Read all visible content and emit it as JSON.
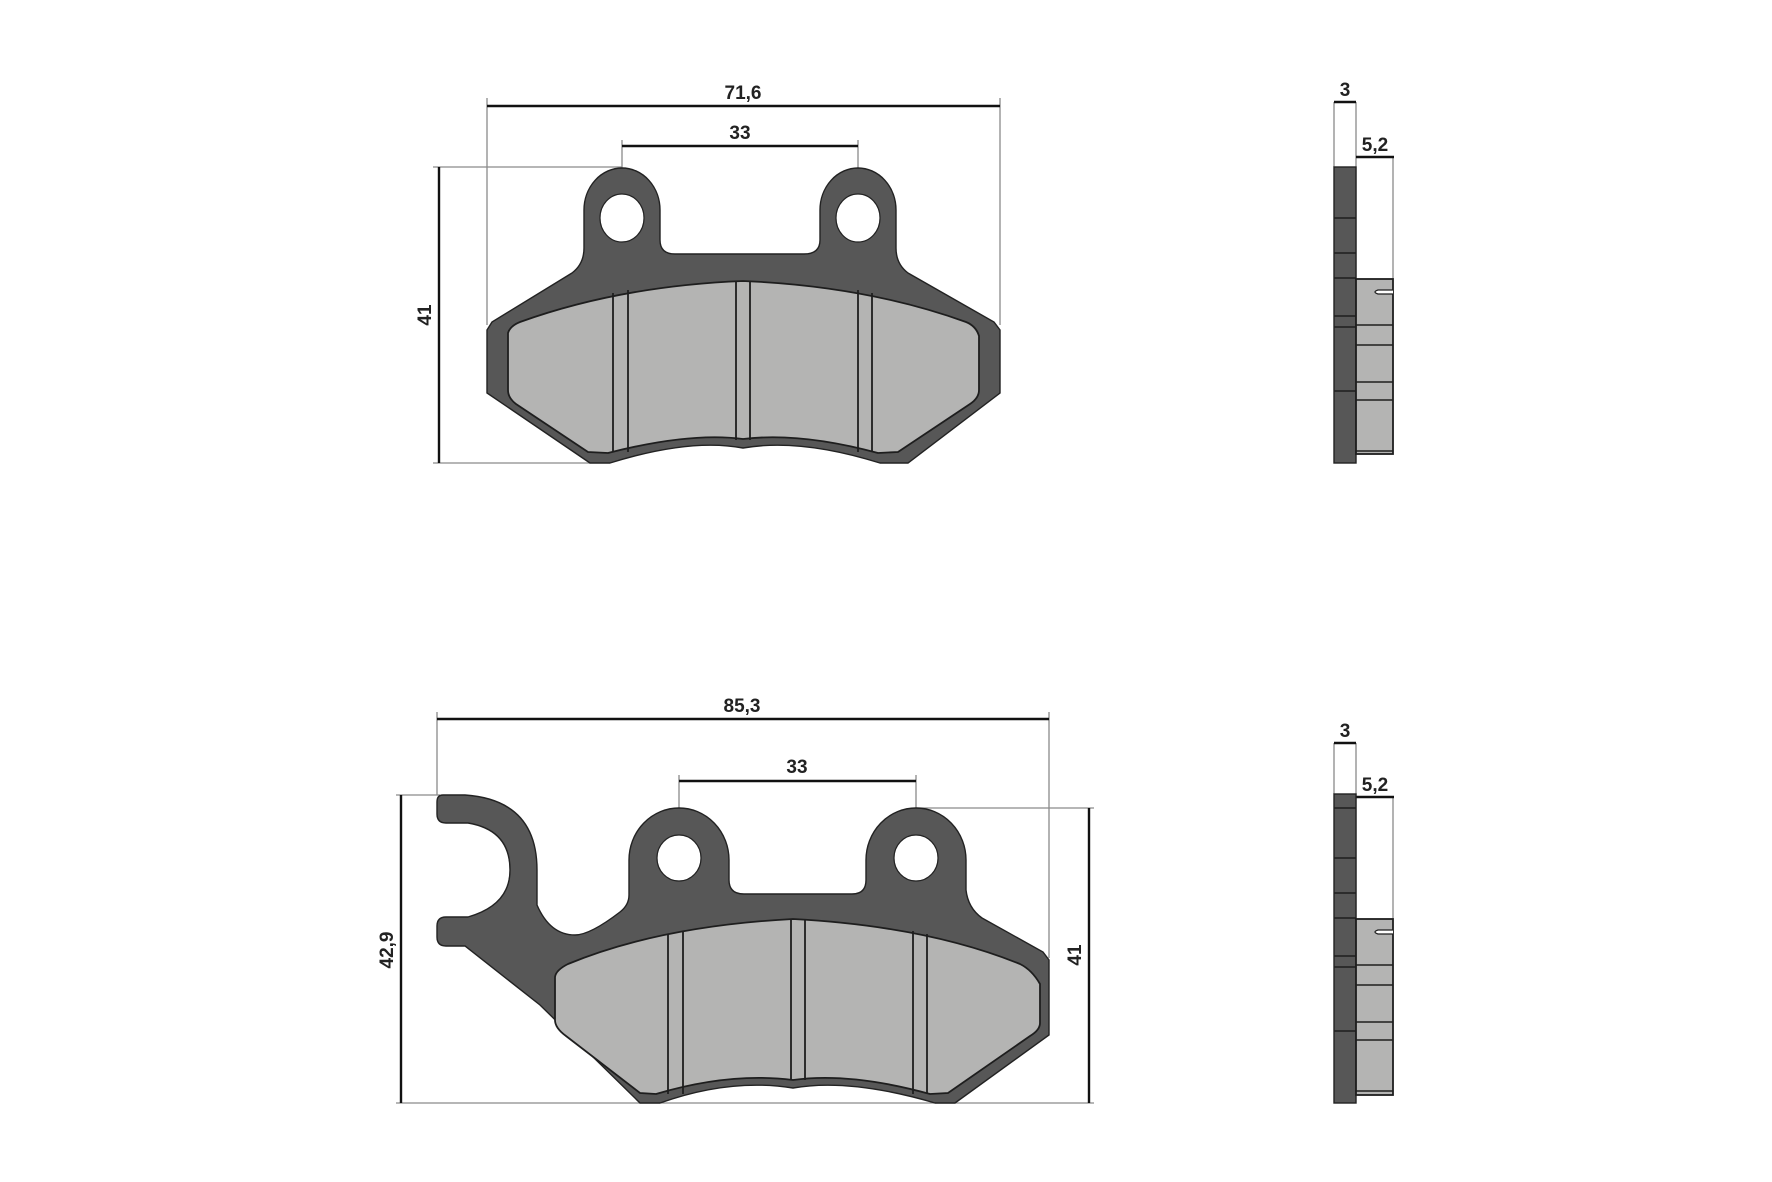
{
  "drawing": {
    "subject": "Brake pad technical drawing",
    "colors": {
      "backing_plate": "#575757",
      "friction_material": "#b4b4b3",
      "background": "#ffffff",
      "dimension_line": "#111111",
      "extension_line": "#8a8a8a"
    },
    "units": "mm"
  },
  "pads": [
    {
      "name": "pad-top",
      "front_view": {
        "dimensions": {
          "overall_width": "71,6",
          "hole_spacing": "33",
          "overall_height": "41"
        }
      },
      "side_view": {
        "dimensions": {
          "backing_thickness": "3",
          "friction_thickness": "5,2"
        }
      }
    },
    {
      "name": "pad-bottom",
      "front_view": {
        "dimensions": {
          "overall_width": "85,3",
          "hole_spacing": "33",
          "overall_height": "42,9",
          "body_height": "41"
        }
      },
      "side_view": {
        "dimensions": {
          "backing_thickness": "3",
          "friction_thickness": "5,2"
        }
      }
    }
  ]
}
